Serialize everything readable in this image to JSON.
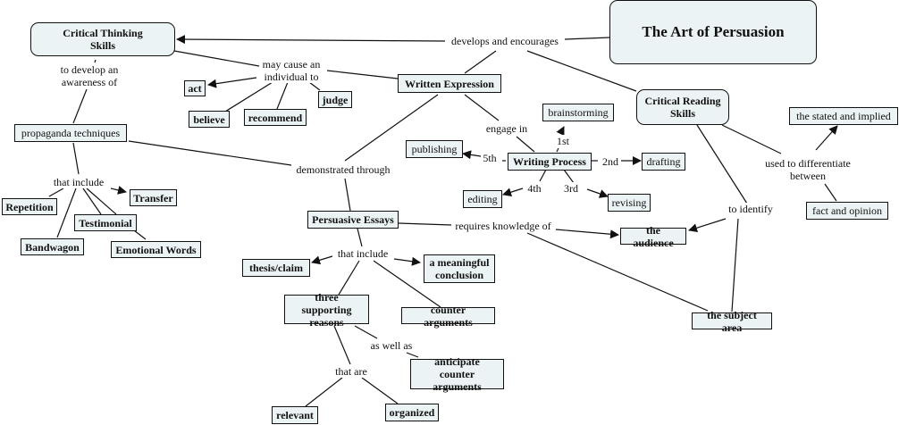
{
  "title": "The Art of Persuasion",
  "nodes": {
    "art": "The Art of Persuasion",
    "cts": "Critical Thinking\nSkills",
    "crs": "Critical Reading\nSkills",
    "we": "Written Expression",
    "pt": "propaganda techniques",
    "act": "act",
    "believe": "believe",
    "recommend": "recommend",
    "judge": "judge",
    "repetition": "Repetition",
    "transfer": "Transfer",
    "testimonial": "Testimonial",
    "bandwagon": "Bandwagon",
    "emotional": "Emotional Words",
    "wp": "Writing Process",
    "brainstorming": "brainstorming",
    "publishing": "publishing",
    "drafting": "drafting",
    "editing": "editing",
    "revising": "revising",
    "pe": "Persuasive Essays",
    "thesis": "thesis/claim",
    "conclusion": "a meaningful\nconclusion",
    "tsr": "three supporting\nreasons",
    "counter": "counter arguments",
    "anticipate": "anticipate\ncounter arguments",
    "relevant": "relevant",
    "organized": "organized",
    "audience": "the audience",
    "subject": "the subject area",
    "stated": "the stated and implied",
    "fact": "fact and opinion"
  },
  "links": {
    "develops": "develops and encourages",
    "awareness": "to develop an\nawareness of",
    "maycause": "may cause an\nindividual to",
    "ti1": "that include",
    "demonstrated": "demonstrated through",
    "engage": "engage in",
    "first": "1st",
    "second": "2nd",
    "third": "3rd",
    "fourth": "4th",
    "fifth": "5th",
    "requires": "requires knowledge of",
    "ti2": "that  include",
    "aswell": "as well as",
    "thatare": "that are",
    "identify": "to identify",
    "differentiate": "used to differentiate\nbetween"
  }
}
